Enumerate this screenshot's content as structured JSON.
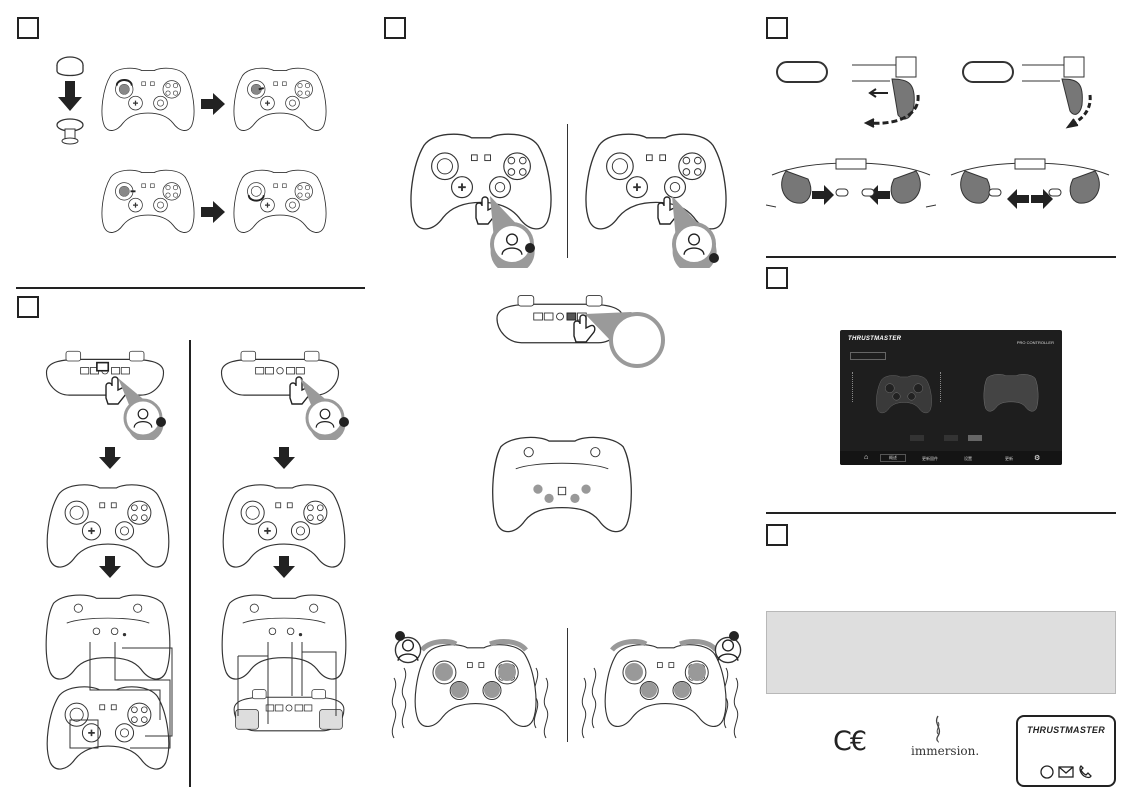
{
  "software_window": {
    "brand": "THRUSTMASTER",
    "product": "PRO CONTROLLER",
    "nav_tabs": [
      "概述",
      "更新固件",
      "设置",
      "更新"
    ]
  },
  "footer": {
    "brand": "THRUSTMASTER",
    "immersion": "immersion."
  },
  "icons": [
    "ce-mark",
    "immersion-logo",
    "thrustmaster-logo",
    "email-icon",
    "phone-icon",
    "globe-icon",
    "hand-pointer-icon",
    "user-profile-icon"
  ]
}
